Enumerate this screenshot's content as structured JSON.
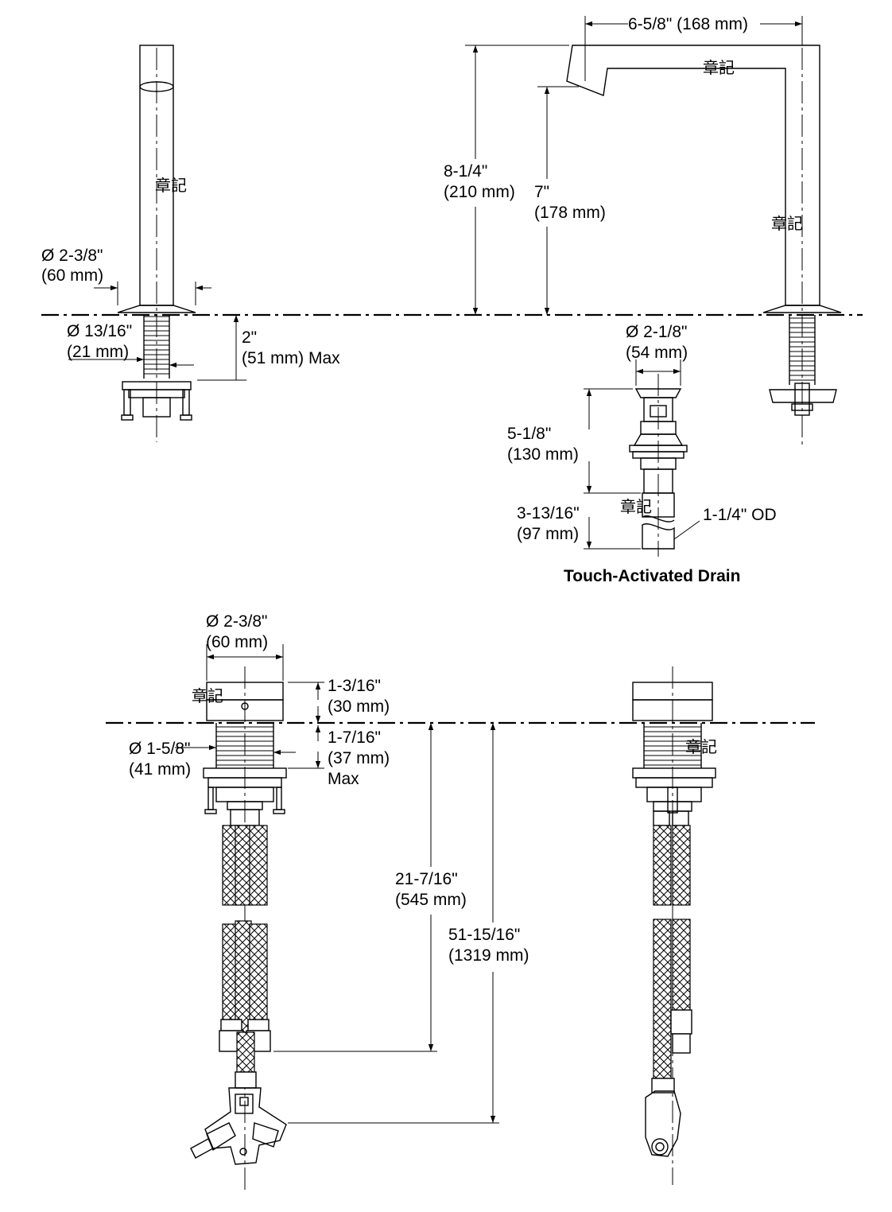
{
  "drawing": {
    "stamp_text": "章記",
    "faucet_handle": {
      "diameter_top": [
        "Ø 2-3/8\"",
        "(60 mm)"
      ],
      "diameter_shank": [
        "Ø 13/16\"",
        "(21 mm)"
      ],
      "deck_max": [
        "2\"",
        "(51 mm) Max"
      ]
    },
    "spout": {
      "reach": "6-5/8\" (168 mm)",
      "height_total": [
        "8-1/4\"",
        "(210 mm)"
      ],
      "height_outlet": [
        "7\"",
        "(178 mm)"
      ]
    },
    "drain": {
      "title": "Touch-Activated Drain",
      "diameter": [
        "Ø 2-1/8\"",
        "(54 mm)"
      ],
      "height_above": [
        "5-1/8\"",
        "(130 mm)"
      ],
      "height_below": [
        "3-13/16\"",
        "(97 mm)"
      ],
      "tailpiece": "1-1/4\" OD"
    },
    "valve": {
      "diameter_top": [
        "Ø 2-3/8\"",
        "(60 mm)"
      ],
      "height_top": [
        "1-3/16\"",
        "(30 mm)"
      ],
      "diameter_shank": [
        "Ø 1-5/8\"",
        "(41 mm)"
      ],
      "deck_max": [
        "1-7/16\"",
        "(37 mm)",
        "Max"
      ],
      "hose_length": [
        "21-7/16\"",
        "(545 mm)"
      ],
      "overall_length": [
        "51-15/16\"",
        "(1319 mm)"
      ]
    }
  }
}
